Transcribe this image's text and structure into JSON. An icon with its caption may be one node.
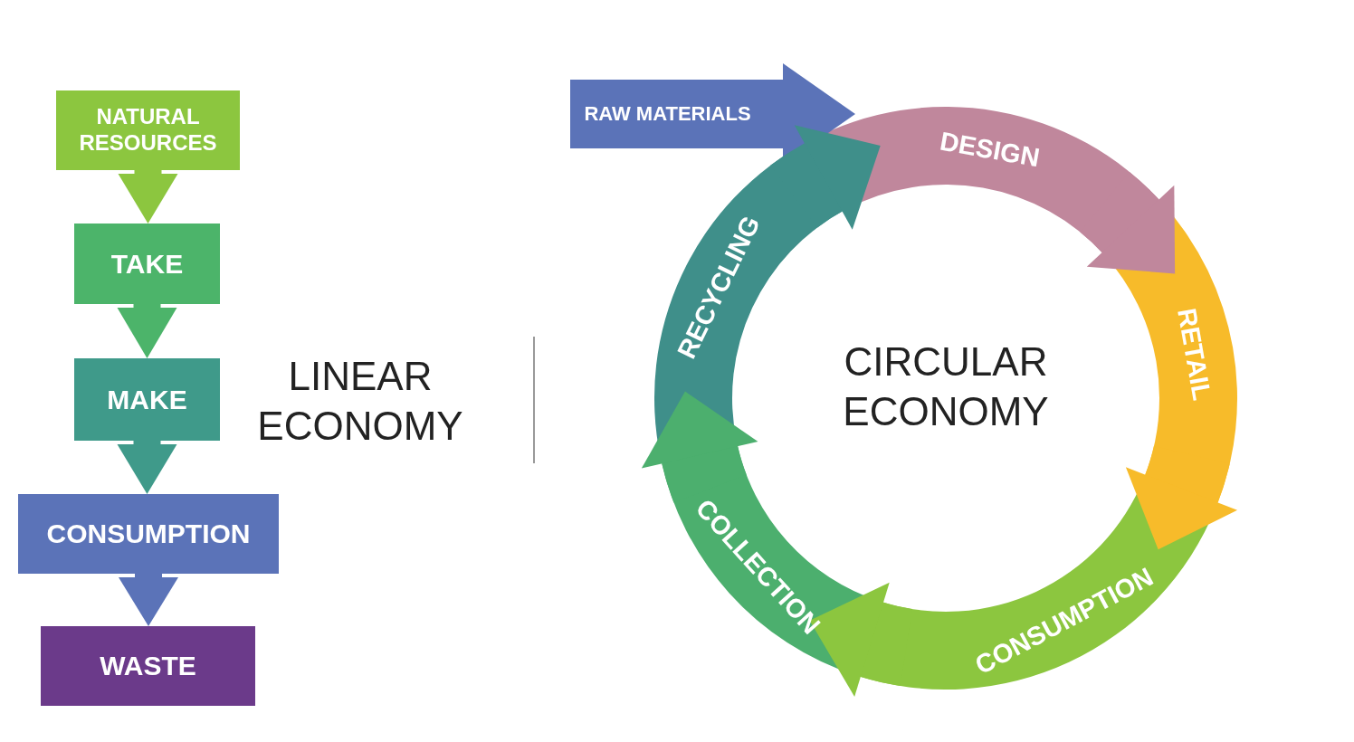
{
  "diagram": {
    "nodes": [
      {
        "text": [
          "NATURAL RESOURCES"
        ]
      },
      {
        "text": [
          "TAKE"
        ]
      },
      {
        "text": [
          "MAKE"
        ]
      },
      {
        "text": [
          "CONSUMPTION"
        ]
      },
      {
        "text": [
          "WASTE"
        ]
      },
      {
        "text": [
          "RAW MATERIALS"
        ]
      },
      {
        "text": [
          "DESIGN"
        ]
      },
      {
        "text": [
          "RETAIL"
        ]
      },
      {
        "text": [
          "CONSUMPTION"
        ]
      },
      {
        "text": [
          "COLLECTION"
        ]
      },
      {
        "text": [
          "RECYCLING"
        ]
      }
    ],
    "edges": [
      {
        "from": 0,
        "to": 1,
        "arrow": "to",
        "color": "#8cc63f"
      },
      {
        "from": 1,
        "to": 2,
        "arrow": "to",
        "color": "#4cb46a"
      },
      {
        "from": 2,
        "to": 3,
        "arrow": "to",
        "color": "#3f9a8a"
      },
      {
        "from": 3,
        "to": 4,
        "arrow": "to",
        "color": "#5b73b8"
      },
      {
        "from": 5,
        "to": 6,
        "arrow": "to",
        "color": "#5b73b8"
      },
      {
        "from": 6,
        "to": 7,
        "arrow": "to",
        "color": "#c0879c"
      },
      {
        "from": 7,
        "to": 8,
        "arrow": "to",
        "color": "#f7bb2a"
      },
      {
        "from": 8,
        "to": 9,
        "arrow": "to",
        "color": "#8cc63f"
      },
      {
        "from": 9,
        "to": 10,
        "arrow": "to",
        "color": "#4caf6e"
      },
      {
        "from": 10,
        "to": 6,
        "arrow": "to",
        "color": "#3f8f8a"
      }
    ],
    "labels": [
      "LINEAR ECONOMY",
      "CIRCULAR ECONOMY"
    ]
  }
}
